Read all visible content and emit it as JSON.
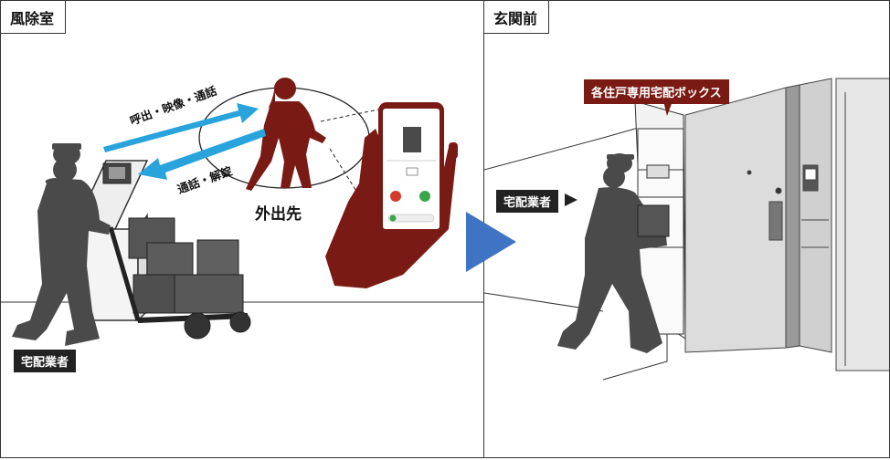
{
  "left_panel": {
    "title": "風除室",
    "remote_caption": "外出先",
    "arrow_top_label": "呼出・映像・通話",
    "arrow_bottom_label": "通話・解錠",
    "worker_label": "宅配業者"
  },
  "right_panel": {
    "title": "玄関前",
    "box_label": "各住戸専用宅配ボックス",
    "worker_label": "宅配業者"
  },
  "colors": {
    "accent_blue": "#29a3dc",
    "arrow_blue": "#3f74c4",
    "dark_red": "#7a1a14",
    "figure_gray": "#4a4a4a"
  }
}
